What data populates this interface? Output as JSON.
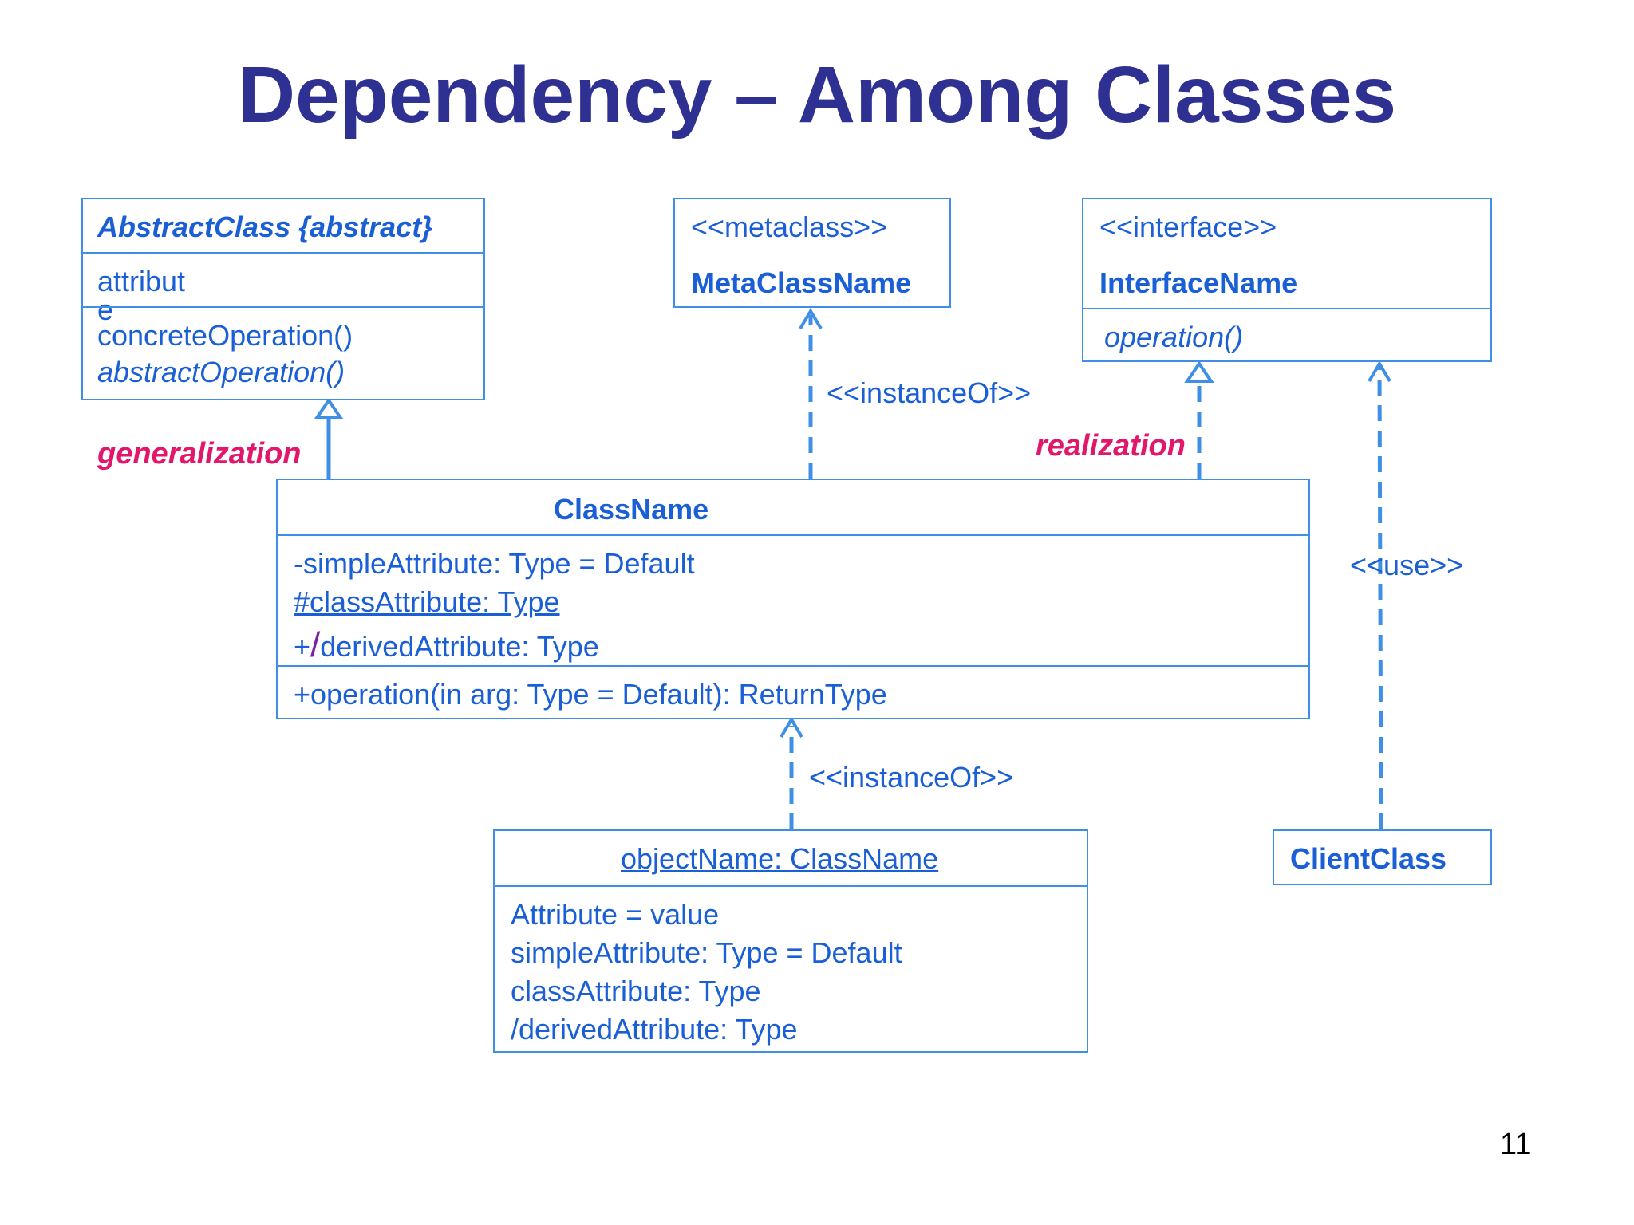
{
  "title": "Dependency – Among Classes",
  "page_number": "11",
  "colors": {
    "title": "#2e3192",
    "line": "#3f8fe6",
    "text": "#1a5fd6",
    "relation_label": "#e2166b"
  },
  "abstract_class": {
    "name": "AbstractClass {abstract}",
    "attribute_line1": "attribut",
    "attribute_line2": "e",
    "operation1": "concreteOperation()",
    "operation2": "abstractOperation()"
  },
  "metaclass": {
    "stereotype": "<<metaclass>>",
    "name": "MetaClassName"
  },
  "interface": {
    "stereotype": "<<interface>>",
    "name": "InterfaceName",
    "operation": "operation()"
  },
  "class_name": {
    "name": "ClassName",
    "attr1": "-simpleAttribute: Type = Default",
    "attr2": "#classAttribute: Type",
    "attr3_prefix": "+",
    "attr3_slash": "/",
    "attr3_rest": "derivedAttribute: Type",
    "operation": "+operation(in arg: Type = Default): ReturnType"
  },
  "object": {
    "name": "objectName: ClassName",
    "line1": "Attribute = value",
    "line2": "simpleAttribute: Type = Default",
    "line3": "classAttribute: Type",
    "line4": "/derivedAttribute: Type"
  },
  "client_class": {
    "name": "ClientClass"
  },
  "relations": {
    "generalization": "generalization",
    "realization": "realization",
    "instance_of_meta": "<<instanceOf>>",
    "instance_of_object": "<<instanceOf>>",
    "use": "<<use>>"
  }
}
